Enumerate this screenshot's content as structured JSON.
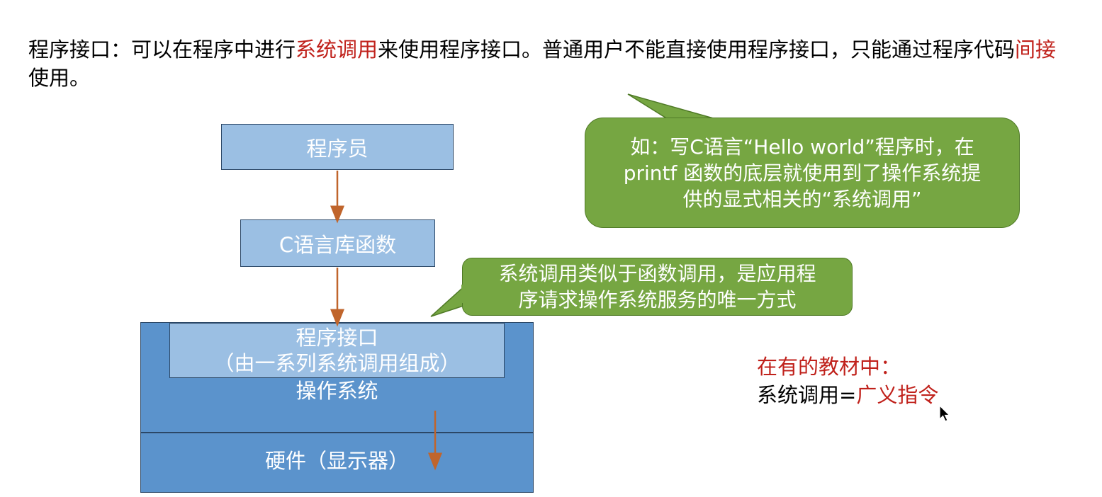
{
  "intro": {
    "part1": "程序接口：可以在程序中进行",
    "highlight1": "系统调用",
    "part2": "来使用程序接口。普通用户不能直接使用程序接口，只能通过程序代码",
    "highlight2": "间接",
    "part3": "使用。"
  },
  "diagram": {
    "programmer": "程序员",
    "c_library": "C语言库函数",
    "program_interface_line1": "程序接口",
    "program_interface_line2": "（由一系列系统调用组成）",
    "os": "操作系统",
    "hardware": "硬件（显示器）"
  },
  "callouts": {
    "example_line1": "如：写C语言“Hello world”程序时，在",
    "example_line2": "printf 函数的底层就使用到了操作系统提",
    "example_line3": "供的显式相关的“系统调用”",
    "syscall_line1": "系统调用类似于函数调用，是应用程",
    "syscall_line2": "序请求操作系统服务的唯一方式"
  },
  "note": {
    "heading": "在有的教材中：",
    "prefix": "系统调用=",
    "highlight": "广义指令"
  },
  "colors": {
    "box_light": "#9bbfe3",
    "box_dark": "#5b93cc",
    "callout_green": "#76a642",
    "arrow": "#c0652c",
    "highlight_red": "#c0211b"
  }
}
